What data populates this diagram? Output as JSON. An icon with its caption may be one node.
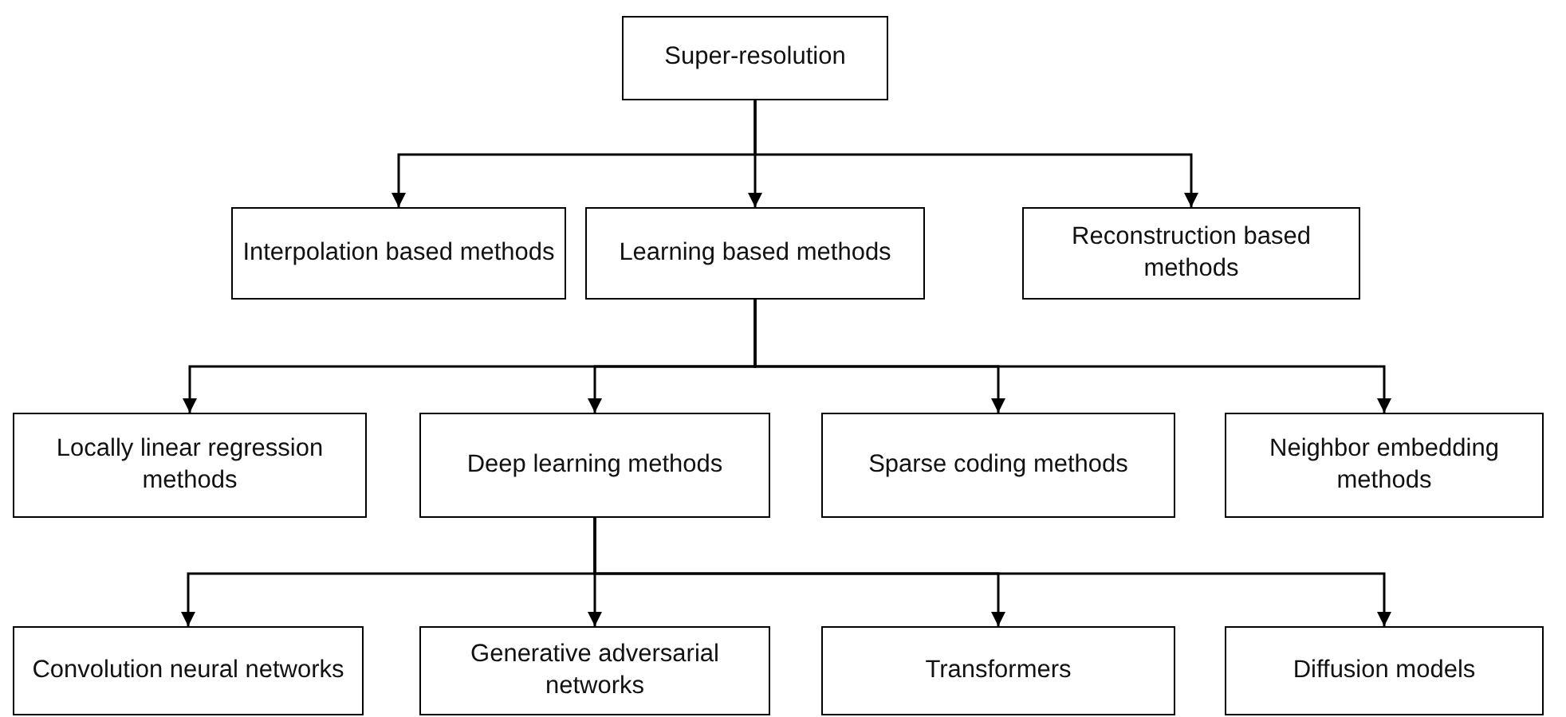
{
  "diagram": {
    "nodes": [
      {
        "text": [
          "Super-resolution"
        ]
      },
      {
        "text": [
          "Interpolation based methods"
        ]
      },
      {
        "text": [
          "Learning based methods"
        ]
      },
      {
        "text": [
          "Reconstruction based methods"
        ]
      },
      {
        "text": [
          "Locally linear regression methods"
        ]
      },
      {
        "text": [
          "Deep learning methods"
        ]
      },
      {
        "text": [
          "Sparse coding methods"
        ]
      },
      {
        "text": [
          "Neighbor embedding methods"
        ]
      },
      {
        "text": [
          "Convolution neural networks"
        ]
      },
      {
        "text": [
          "Generative adversarial networks"
        ]
      },
      {
        "text": [
          "Transformers"
        ]
      },
      {
        "text": [
          "Diffusion models"
        ]
      }
    ],
    "edges": [
      {
        "from": 0,
        "to": 1,
        "arrow": "to"
      },
      {
        "from": 0,
        "to": 2,
        "arrow": "to"
      },
      {
        "from": 0,
        "to": 3,
        "arrow": "to"
      },
      {
        "from": 2,
        "to": 4,
        "arrow": "to"
      },
      {
        "from": 2,
        "to": 5,
        "arrow": "to"
      },
      {
        "from": 2,
        "to": 6,
        "arrow": "to"
      },
      {
        "from": 2,
        "to": 7,
        "arrow": "to"
      },
      {
        "from": 5,
        "to": 8,
        "arrow": "to"
      },
      {
        "from": 5,
        "to": 9,
        "arrow": "to"
      },
      {
        "from": 5,
        "to": 10,
        "arrow": "to"
      },
      {
        "from": 5,
        "to": 11,
        "arrow": "to"
      }
    ]
  }
}
